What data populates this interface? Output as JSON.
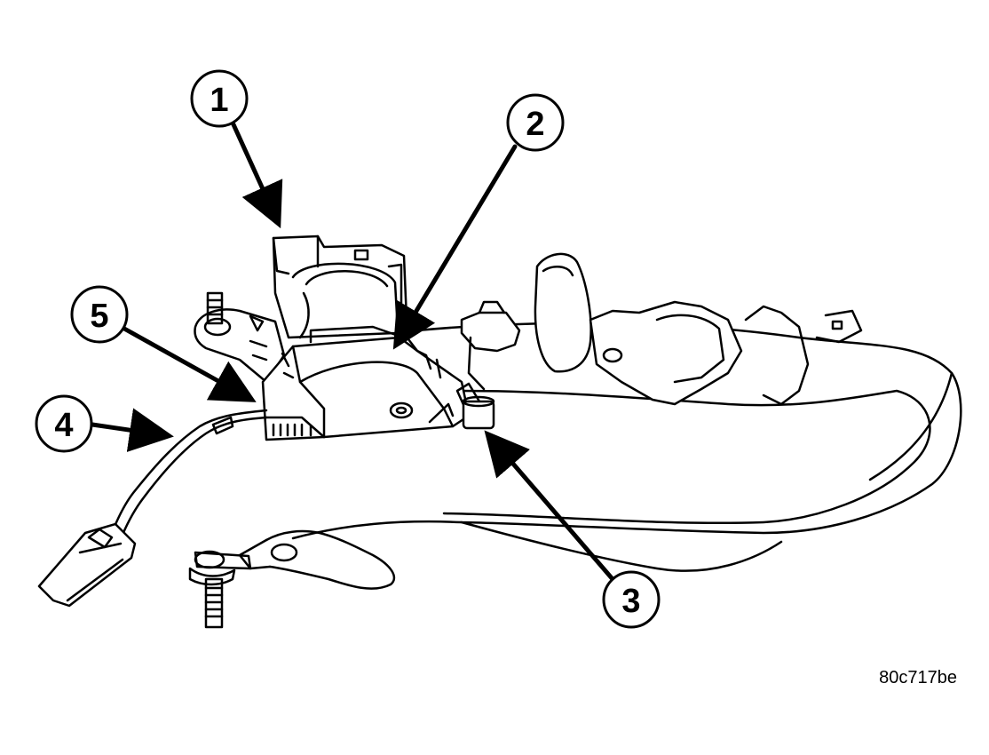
{
  "figure_code": "80c717be",
  "colors": {
    "line": "#000000",
    "fill": "#ffffff"
  },
  "callouts": [
    {
      "number": "1",
      "target": "upper-retractor-housing"
    },
    {
      "number": "2",
      "target": "retractor-slot"
    },
    {
      "number": "3",
      "target": "connector-boss"
    },
    {
      "number": "4",
      "target": "wire-lead"
    },
    {
      "number": "5",
      "target": "lower-housing"
    }
  ]
}
